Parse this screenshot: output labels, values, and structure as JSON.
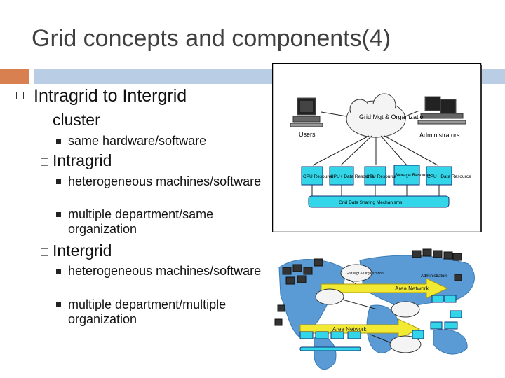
{
  "slide": {
    "title": "Grid concepts and components(4)",
    "main_bullet": "Intragrid to Intergrid",
    "cluster": {
      "label": "cluster",
      "items": [
        "same hardware/software"
      ]
    },
    "intragrid": {
      "label": "Intragrid",
      "items": [
        "heterogeneous machines/software",
        "multiple department/same organization"
      ]
    },
    "intergrid": {
      "label": "Intergrid",
      "items": [
        "heterogeneous machines/software",
        "multiple department/multiple organization"
      ]
    }
  },
  "figure_top": {
    "center": "Grid Mgt & Organization",
    "users": "Users",
    "admins": "Administrators",
    "resources": [
      "CPU Resource",
      "CPU+ Data Resource",
      "CPU Resource",
      "Storage Resource",
      "CPU+ Data Resource"
    ],
    "base": "Grid Data Sharing Mechanisms"
  },
  "figure_bottom": {
    "mgt": "Grid Mgt & Organization",
    "admin": "Administrators",
    "network_1": "Area Network",
    "network_2": "Area Network"
  },
  "colors": {
    "accent": "#d88050",
    "bar": "#b9cde5",
    "cyan": "#33d6e8",
    "yellow": "#f2ea32",
    "map": "#5a9bd5"
  }
}
